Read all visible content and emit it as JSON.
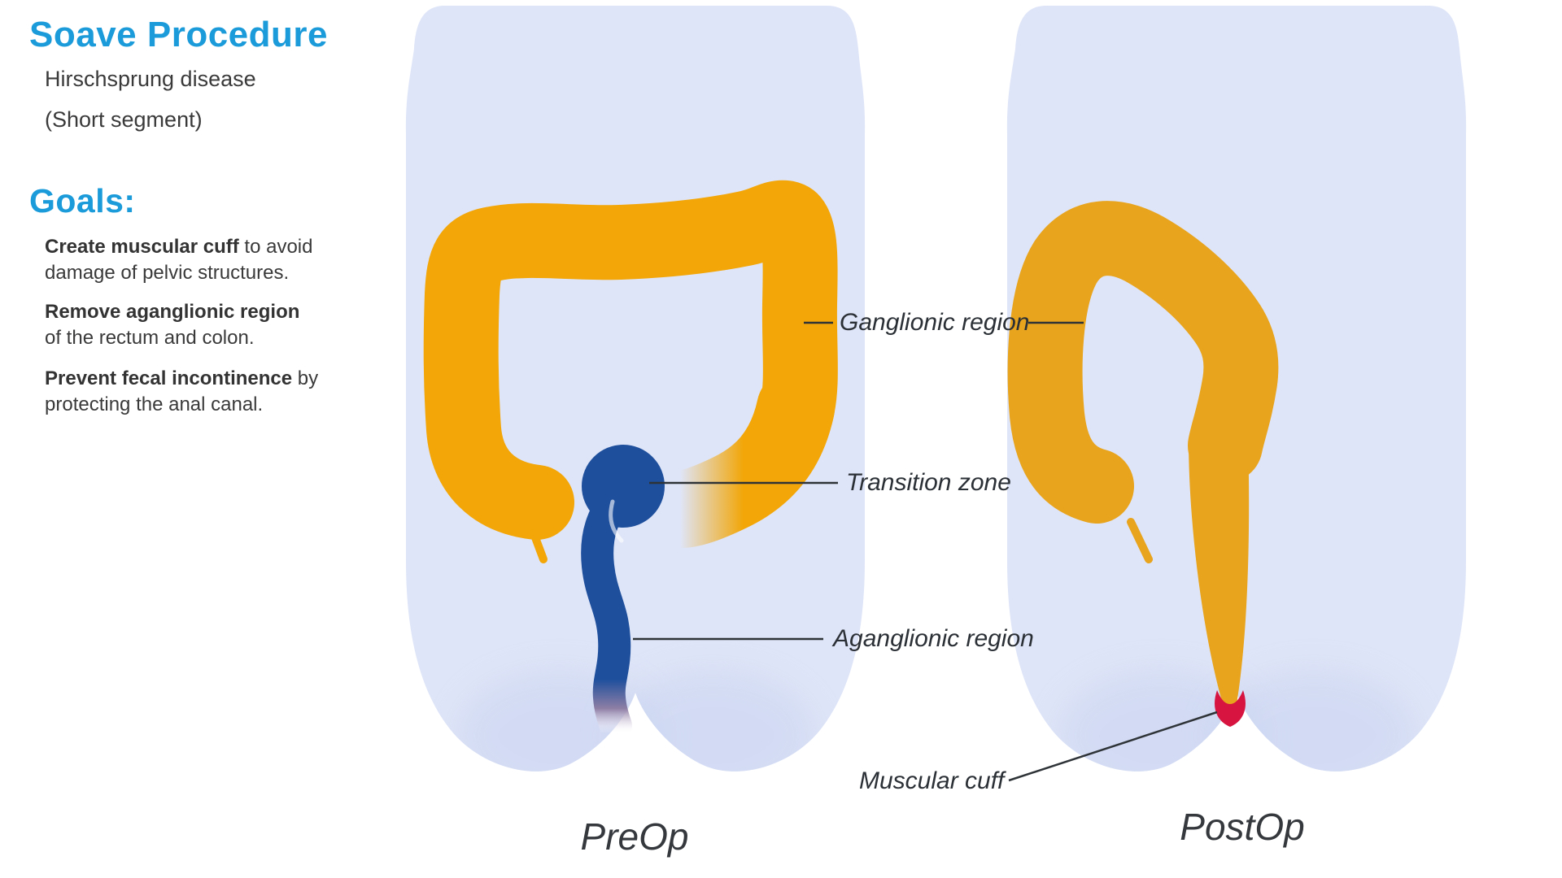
{
  "panel": {
    "title": "Soave Procedure",
    "subtitle_line1": "Hirschsprung disease",
    "subtitle_line2": "(Short segment)",
    "goals_heading": "Goals:",
    "goals": [
      {
        "bold": "Create muscular cuff",
        "rest": " to avoid damage of  pelvic structures."
      },
      {
        "bold": "Remove aganglionic region",
        "rest": " of the rectum and colon."
      },
      {
        "bold": "Prevent fecal incontinence",
        "rest": " by protecting the anal canal."
      }
    ]
  },
  "diagram": {
    "labels": {
      "ganglionic": "Ganglionic region",
      "transition": "Transition zone",
      "aganglionic": "Aganglionic region",
      "muscular_cuff": "Muscular cuff"
    },
    "captions": {
      "pre": "PreOp",
      "post": "PostOp"
    },
    "colors": {
      "accent_blue": "#1B9BD9",
      "body_silhouette": "#DFE5F8",
      "ganglionic_orange_preop": "#F2A607",
      "ganglionic_orange_postop": "#E8A41C",
      "aganglionic_blue": "#1E4F9D",
      "muscular_cuff_red": "#D6143F",
      "text_dark": "#3A3A3B",
      "leader_line": "#2E3338"
    }
  }
}
